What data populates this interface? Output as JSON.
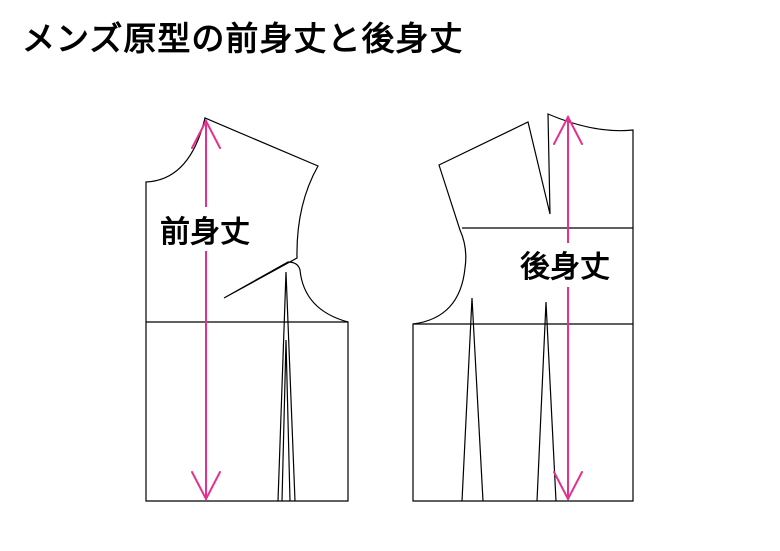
{
  "title": "メンズ原型の前身丈と後身丈",
  "front": {
    "label": "前身丈"
  },
  "back": {
    "label": "後身丈"
  },
  "colors": {
    "line": "#000000",
    "arrow": "#e5308f",
    "background": "#ffffff"
  }
}
